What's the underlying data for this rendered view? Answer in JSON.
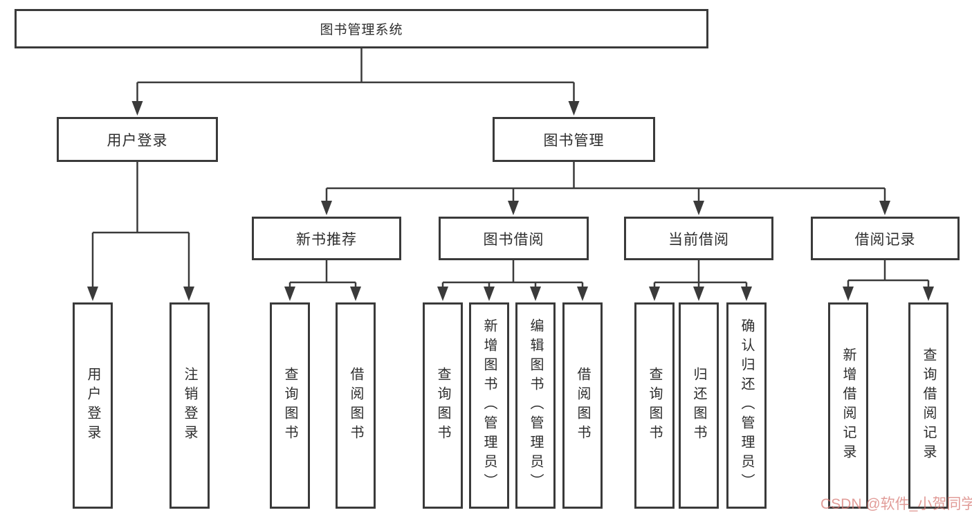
{
  "colors": {
    "line": "#3a3a3a",
    "box_border": "#3a3a3a",
    "box_fill": "#ffffff",
    "text": "#2d2d2d",
    "watermark": "#d67670"
  },
  "watermark": "CSDN @软件_小贺同学",
  "tree": {
    "root": {
      "label": "图书管理系统",
      "children": [
        {
          "label": "用户登录",
          "children": [
            {
              "label": "用户登录"
            },
            {
              "label": "注销登录"
            }
          ]
        },
        {
          "label": "图书管理",
          "children": [
            {
              "label": "新书推荐",
              "children": [
                {
                  "label": "查询图书"
                },
                {
                  "label": "借阅图书"
                }
              ]
            },
            {
              "label": "图书借阅",
              "children": [
                {
                  "label": "查询图书"
                },
                {
                  "label": "新增图书（管理员）"
                },
                {
                  "label": "编辑图书（管理员）"
                },
                {
                  "label": "借阅图书"
                }
              ]
            },
            {
              "label": "当前借阅",
              "children": [
                {
                  "label": "查询图书"
                },
                {
                  "label": "归还图书"
                },
                {
                  "label": "确认归还（管理员）"
                }
              ]
            },
            {
              "label": "借阅记录",
              "children": [
                {
                  "label": "新增借阅记录"
                },
                {
                  "label": "查询借阅记录"
                }
              ]
            }
          ]
        }
      ]
    }
  }
}
